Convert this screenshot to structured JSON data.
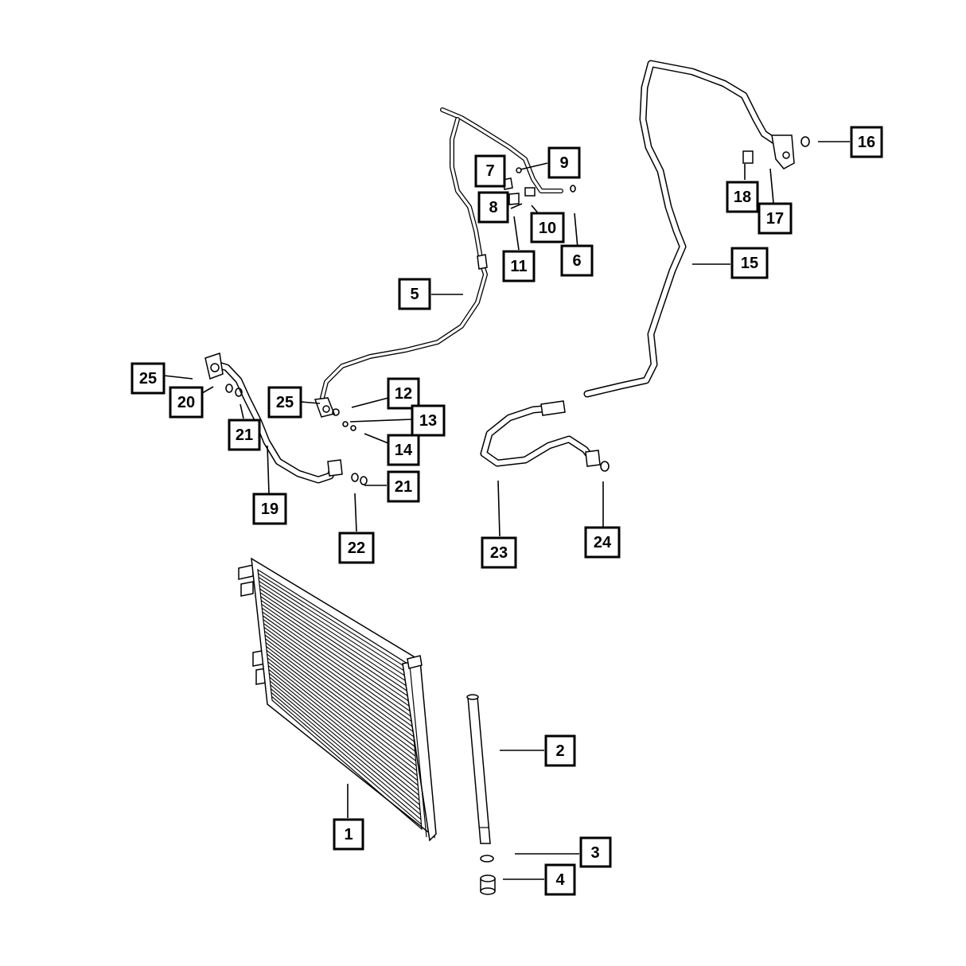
{
  "diagram": {
    "callouts": [
      {
        "id": "c1",
        "label": "1"
      },
      {
        "id": "c2",
        "label": "2"
      },
      {
        "id": "c3",
        "label": "3"
      },
      {
        "id": "c4",
        "label": "4"
      },
      {
        "id": "c5",
        "label": "5"
      },
      {
        "id": "c6",
        "label": "6"
      },
      {
        "id": "c7",
        "label": "7"
      },
      {
        "id": "c8",
        "label": "8"
      },
      {
        "id": "c9",
        "label": "9"
      },
      {
        "id": "c10",
        "label": "10"
      },
      {
        "id": "c11",
        "label": "11"
      },
      {
        "id": "c12",
        "label": "12"
      },
      {
        "id": "c13",
        "label": "13"
      },
      {
        "id": "c14",
        "label": "14"
      },
      {
        "id": "c15",
        "label": "15"
      },
      {
        "id": "c16",
        "label": "16"
      },
      {
        "id": "c17",
        "label": "17"
      },
      {
        "id": "c18",
        "label": "18"
      },
      {
        "id": "c19",
        "label": "19"
      },
      {
        "id": "c20",
        "label": "20"
      },
      {
        "id": "c21a",
        "label": "21"
      },
      {
        "id": "c21b",
        "label": "21"
      },
      {
        "id": "c22",
        "label": "22"
      },
      {
        "id": "c23",
        "label": "23"
      },
      {
        "id": "c24",
        "label": "24"
      },
      {
        "id": "c25a",
        "label": "25"
      },
      {
        "id": "c25b",
        "label": "25"
      }
    ]
  }
}
